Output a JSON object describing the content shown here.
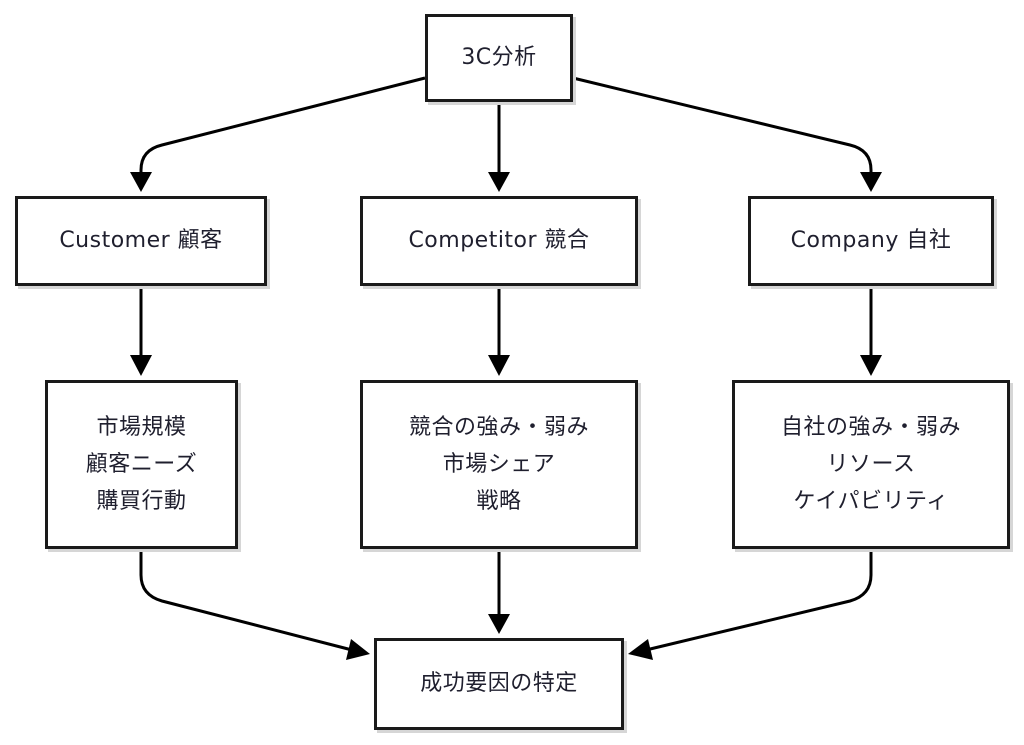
{
  "diagram": {
    "root": "3C分析",
    "customer": {
      "title": "Customer 顧客",
      "details": [
        "市場規模",
        "顧客ニーズ",
        "購買行動"
      ]
    },
    "competitor": {
      "title": "Competitor 競合",
      "details": [
        "競合の強み・弱み",
        "市場シェア",
        "戦略"
      ]
    },
    "company": {
      "title": "Company 自社",
      "details": [
        "自社の強み・弱み",
        "リソース",
        "ケイパビリティ"
      ]
    },
    "result": "成功要因の特定"
  }
}
